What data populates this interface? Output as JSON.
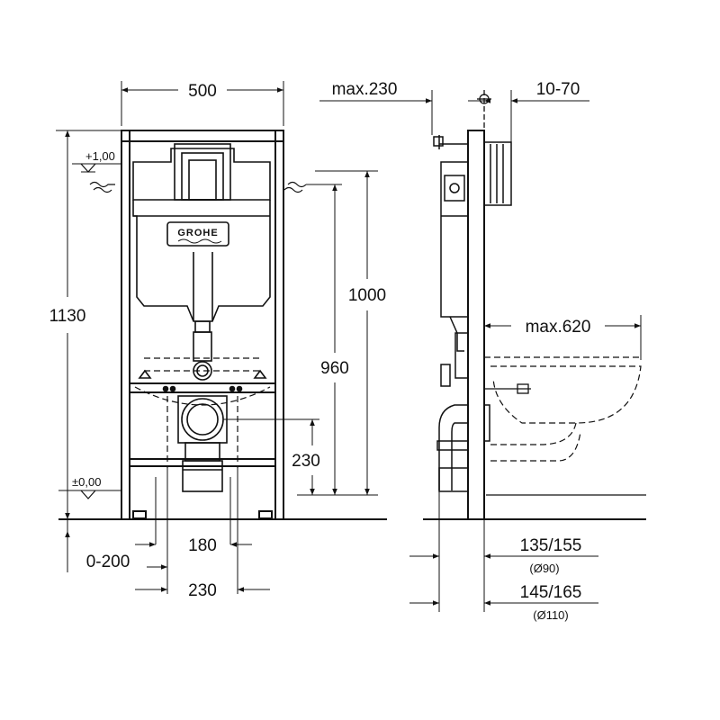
{
  "front_view": {
    "width_label": "500",
    "height_label": "1130",
    "level_top": "+1,00",
    "level_bottom": "±0,00",
    "inlet_height_label": "1000",
    "outlet_height_label": "960",
    "drain_height_label": "230",
    "drain_offset_label": "0-200",
    "fixing_spacing_label": "180",
    "drain_spacing_label": "230",
    "brand_logo_text": "GROHE"
  },
  "side_view": {
    "depth_max_label": "max.230",
    "wall_offset_label": "10-70",
    "bowl_projection_label": "max.620",
    "outlet_90_label": "135/155",
    "outlet_90_sub": "(Ø90)",
    "outlet_110_label": "145/165",
    "outlet_110_sub": "(Ø110)"
  }
}
